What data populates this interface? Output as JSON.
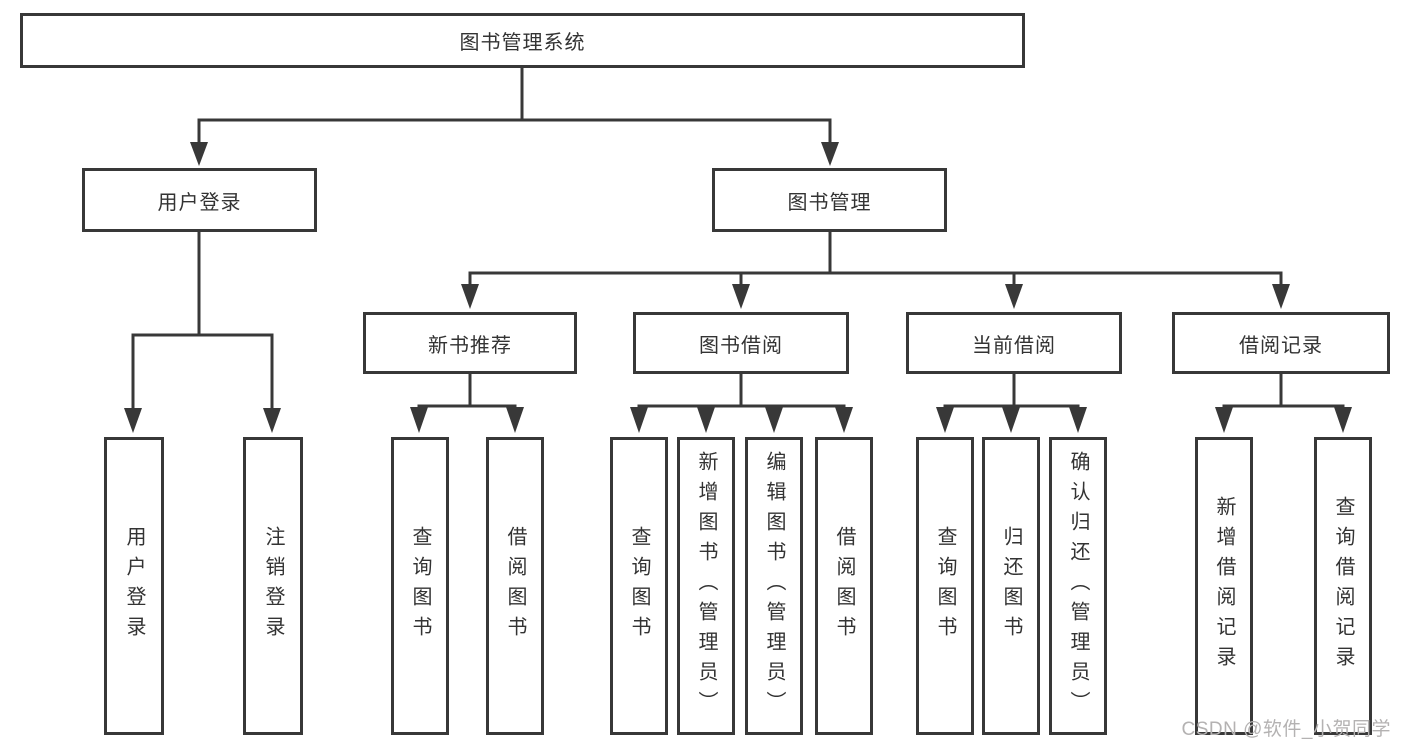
{
  "diagram": {
    "root": {
      "label": "图书管理系统"
    },
    "groups": [
      {
        "label": "用户登录",
        "children": [
          {
            "label": "用户登录"
          },
          {
            "label": "注销登录"
          }
        ]
      },
      {
        "label": "图书管理",
        "sections": [
          {
            "label": "新书推荐",
            "children": [
              {
                "label": "查询图书"
              },
              {
                "label": "借阅图书"
              }
            ]
          },
          {
            "label": "图书借阅",
            "children": [
              {
                "label": "查询图书"
              },
              {
                "label": "新增图书（管理员）"
              },
              {
                "label": "编辑图书（管理员）"
              },
              {
                "label": "借阅图书"
              }
            ]
          },
          {
            "label": "当前借阅",
            "children": [
              {
                "label": "查询图书"
              },
              {
                "label": "归还图书"
              },
              {
                "label": "确认归还（管理员）"
              }
            ]
          },
          {
            "label": "借阅记录",
            "children": [
              {
                "label": "新增借阅记录"
              },
              {
                "label": "查询借阅记录"
              }
            ]
          }
        ]
      }
    ]
  },
  "watermark": {
    "text": "CSDN @软件_小贺同学"
  },
  "colors": {
    "line": "#383838",
    "text": "#333333",
    "watermark": "#b4b2b2",
    "background": "#ffffff"
  }
}
